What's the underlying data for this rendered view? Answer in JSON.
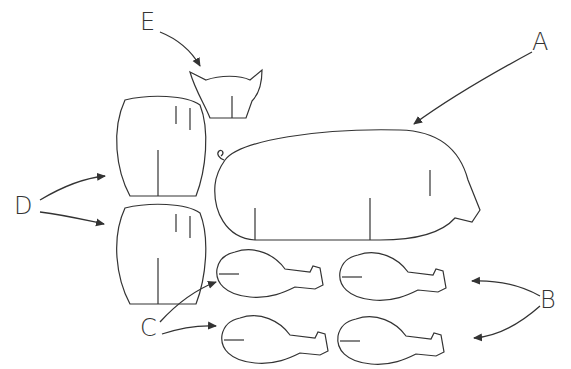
{
  "diagram": {
    "labels": [
      "E",
      "A",
      "D",
      "B",
      "C"
    ]
  }
}
